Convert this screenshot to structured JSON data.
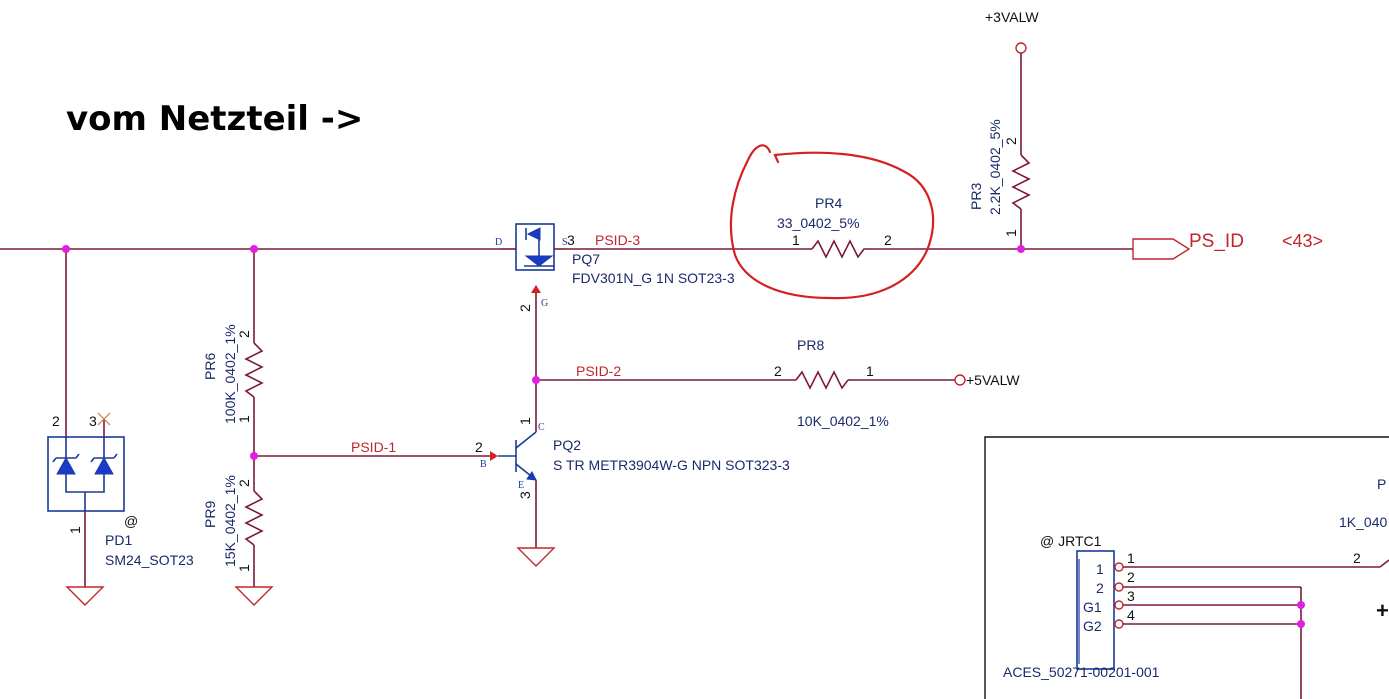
{
  "annotation": "vom Netzteil ->",
  "rails": {
    "v3": "+3VALW",
    "v5": "+5VALW"
  },
  "port": {
    "name": "PS_ID",
    "ref": "<43>"
  },
  "nets": {
    "psid1": "PSID-1",
    "psid2": "PSID-2",
    "psid3": "PSID-3"
  },
  "pr3": {
    "ref": "PR3",
    "value": "2.2K_0402_5%",
    "pin_top": "2",
    "pin_bottom": "1"
  },
  "pr4": {
    "ref": "PR4",
    "value": "33_0402_5%",
    "pin_left": "1",
    "pin_right": "2"
  },
  "pr6": {
    "ref": "PR6",
    "value": "100K_0402_1%",
    "pin_top": "2",
    "pin_bottom": "1"
  },
  "pr8": {
    "ref": "PR8",
    "value": "10K_0402_1%",
    "pin_left": "2",
    "pin_right": "1"
  },
  "pr9": {
    "ref": "PR9",
    "value": "15K_0402_1%",
    "pin_top": "2",
    "pin_bottom": "1"
  },
  "pq7": {
    "ref": "PQ7",
    "value": "FDV301N_G 1N SOT23-3",
    "pin_d": "D",
    "pin_s": "S",
    "pin_3": "3",
    "pin_2": "2",
    "pin_g": "G"
  },
  "pq2": {
    "ref": "PQ2",
    "value": "S TR METR3904W-G NPN SOT323-3",
    "pin_b_num": "2",
    "pin_b": "B",
    "pin_c_num": "1",
    "pin_c": "C",
    "pin_e_num": "3",
    "pin_e": "E"
  },
  "pd1": {
    "ref": "PD1",
    "value": "SM24_SOT23",
    "pin2": "2",
    "pin3": "3",
    "pin1": "1",
    "at": "@"
  },
  "jrtc1": {
    "ref": "@ JRTC1",
    "value": "ACES_50271-00201-001",
    "inner": [
      "1",
      "2",
      "G1",
      "G2"
    ],
    "outer": [
      "1",
      "2",
      "3",
      "4"
    ]
  },
  "offpage": {
    "p": "P",
    "r": "1K_040",
    "pin2": "2",
    "plus": "+"
  }
}
